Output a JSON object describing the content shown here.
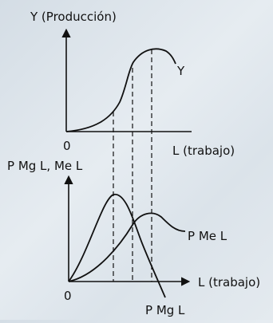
{
  "top_graph": {
    "y_axis_label": "Y (Producción)",
    "x_axis_label": "L (trabajo)",
    "origin_label": "0",
    "curve_label": "Y"
  },
  "bottom_graph": {
    "y_axis_label": "P Mg L, Me L",
    "x_axis_label": "L (trabajo)",
    "origin_label": "0",
    "average_product_label": "P Me L",
    "marginal_product_label": "P Mg L"
  },
  "colors": {
    "line": "#111111",
    "background": "#dfe6ec"
  }
}
